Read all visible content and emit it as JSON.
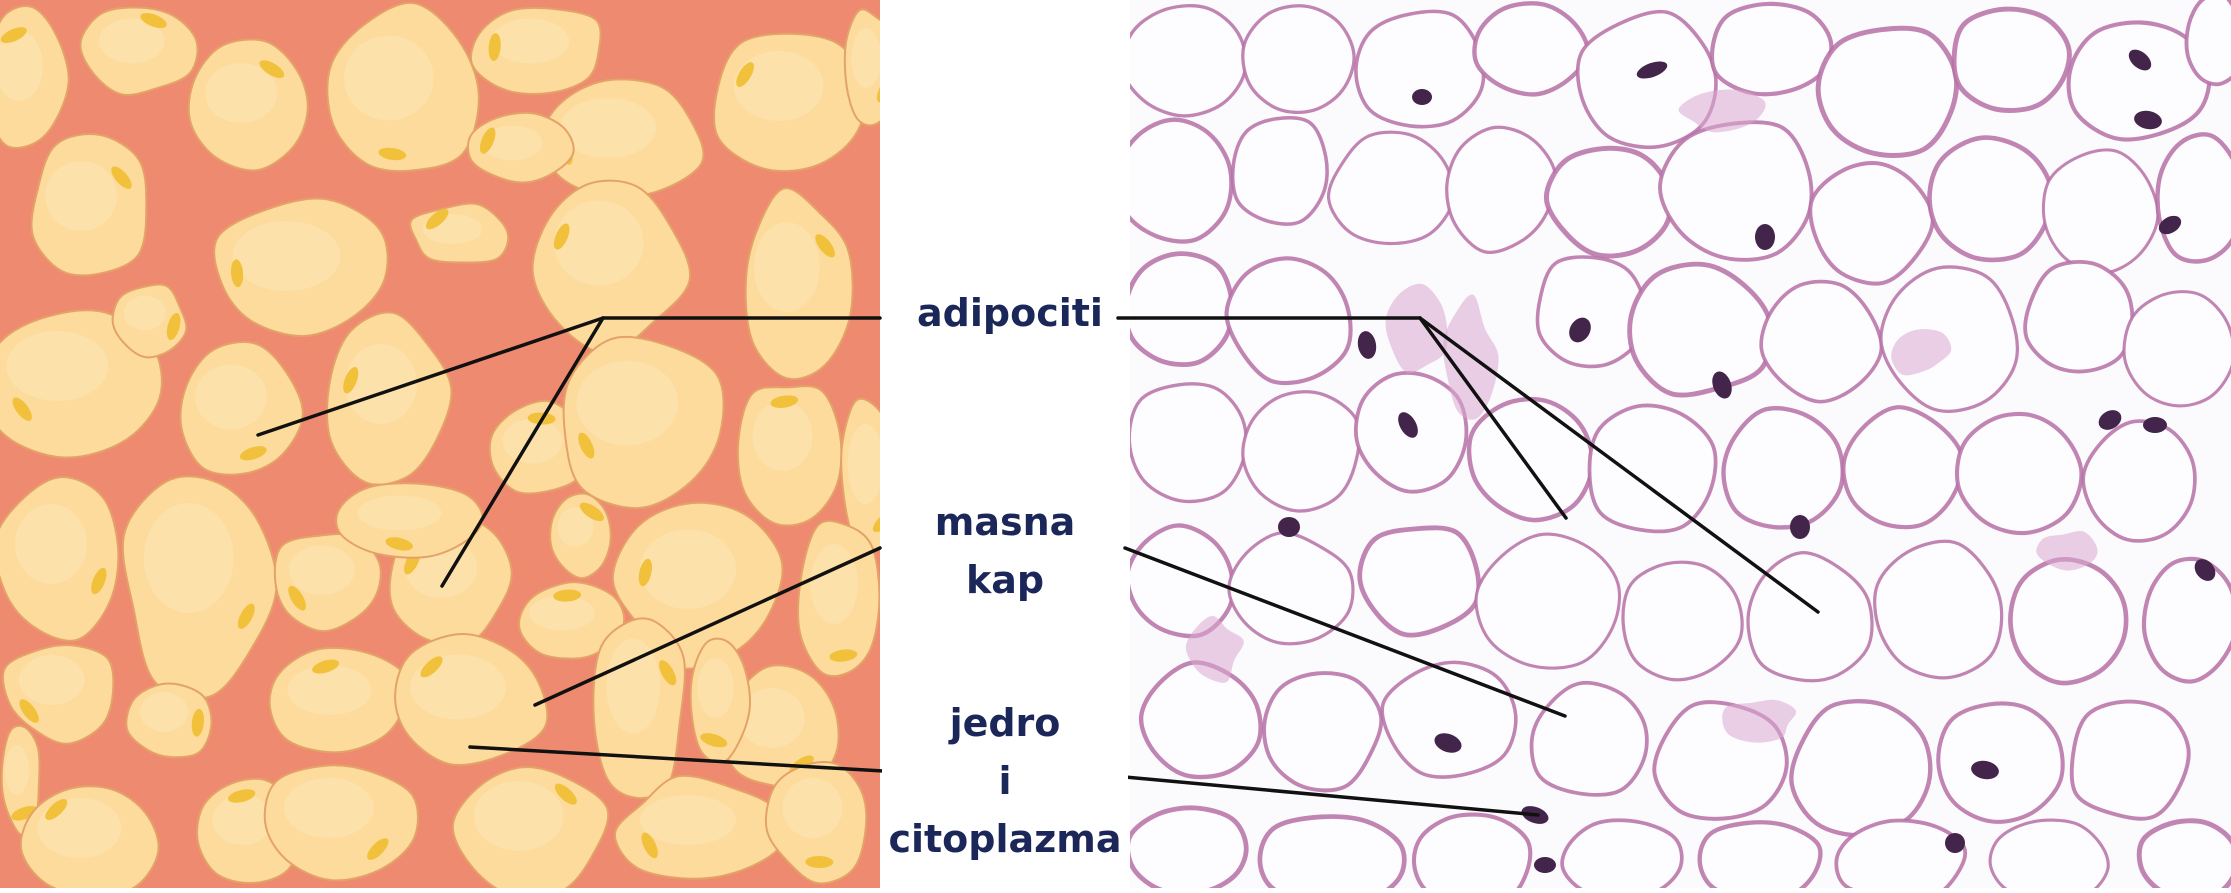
{
  "labels": {
    "adipocytes": "adipociti",
    "fat_droplet_line1": "masna",
    "fat_droplet_line2": "kap",
    "nucleus_line1": "jedro",
    "nucleus_line2": "i",
    "nucleus_line3": "citoplazma"
  },
  "colors": {
    "label_text": "#1c2759",
    "illustration_background": "#ee8a70",
    "illustration_cell": "#fcdb9c",
    "illustration_nucleus": "#f2c13c",
    "micrograph_background": "#fbfafc",
    "micrograph_membrane": "#b670a6",
    "micrograph_nucleus": "#43244a",
    "leader_line": "#111111"
  }
}
